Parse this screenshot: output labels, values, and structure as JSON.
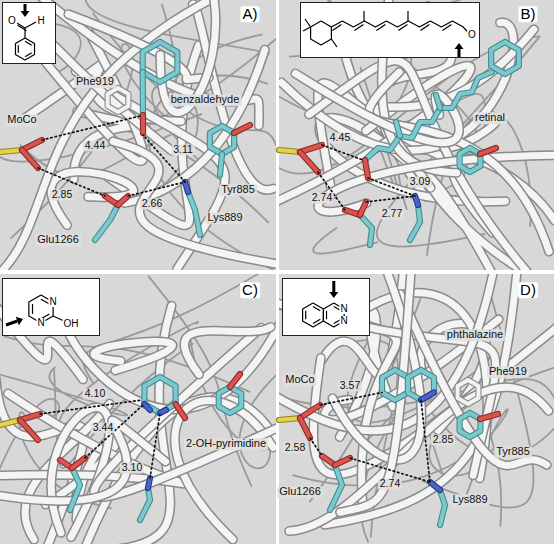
{
  "diagram": {
    "nodes": [
      {
        "text": [
          "O",
          "H"
        ]
      },
      {
        "text": [
          "O"
        ]
      },
      {
        "text": [
          "N",
          "N",
          "OH"
        ]
      },
      {
        "text": [
          "N",
          "N"
        ]
      }
    ],
    "labels": [
      "A)",
      "Phe919",
      "benzaldehyde",
      "MoCo",
      "4.44",
      "3.11",
      "Tyr885",
      "2.85",
      "2.66",
      "Lys889",
      "Glu1266",
      "B)",
      "retinal",
      "4.45",
      "3.09",
      "2.74",
      "2.77",
      "C)",
      "4.10",
      "3.44",
      "2-OH-pyrimidine",
      "3.10",
      "D)",
      "phthalazine",
      "MoCo",
      "Phe919",
      "3.57",
      "2.85",
      "2.58",
      "Tyr885",
      "2.74",
      "Glu1266",
      "Lys889"
    ]
  }
}
